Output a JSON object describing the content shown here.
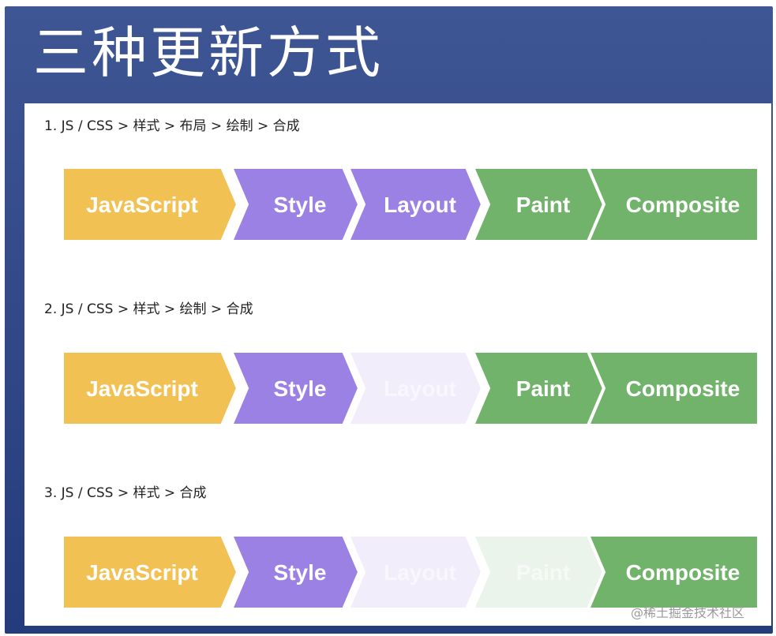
{
  "title": "三种更新方式",
  "colors": {
    "javascript": "#f2c154",
    "style": "#9c81e4",
    "layout": "#9c81e4",
    "paint": "#72b36b",
    "composite": "#72b36b"
  },
  "rows": [
    {
      "label": "1. JS / CSS > 样式 > 布局 > 绘制 > 合成",
      "stages": [
        {
          "key": "javascript",
          "label": "JavaScript",
          "active": true
        },
        {
          "key": "style",
          "label": "Style",
          "active": true
        },
        {
          "key": "layout",
          "label": "Layout",
          "active": true
        },
        {
          "key": "paint",
          "label": "Paint",
          "active": true
        },
        {
          "key": "composite",
          "label": "Composite",
          "active": true
        }
      ]
    },
    {
      "label": "2. JS / CSS > 样式 > 绘制 > 合成",
      "stages": [
        {
          "key": "javascript",
          "label": "JavaScript",
          "active": true
        },
        {
          "key": "style",
          "label": "Style",
          "active": true
        },
        {
          "key": "layout",
          "label": "Layout",
          "active": false
        },
        {
          "key": "paint",
          "label": "Paint",
          "active": true
        },
        {
          "key": "composite",
          "label": "Composite",
          "active": true
        }
      ]
    },
    {
      "label": "3. JS / CSS > 样式 > 合成",
      "stages": [
        {
          "key": "javascript",
          "label": "JavaScript",
          "active": true
        },
        {
          "key": "style",
          "label": "Style",
          "active": true
        },
        {
          "key": "layout",
          "label": "Layout",
          "active": false
        },
        {
          "key": "paint",
          "label": "Paint",
          "active": false
        },
        {
          "key": "composite",
          "label": "Composite",
          "active": true
        }
      ]
    }
  ],
  "watermark": "@稀土掘金技术社区"
}
